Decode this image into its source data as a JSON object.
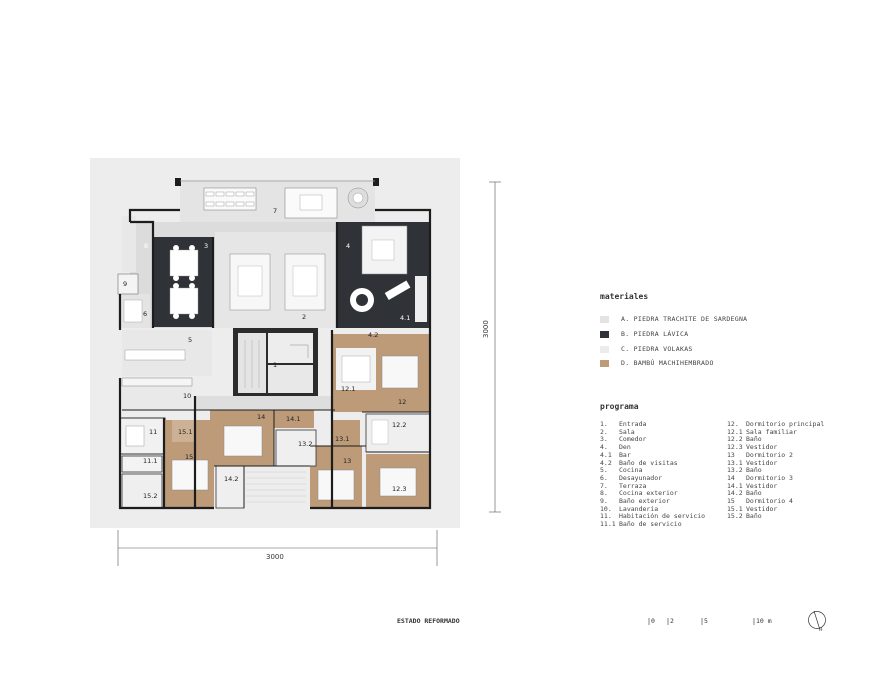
{
  "colors": {
    "piedra_trachite": "#e6e6e6",
    "piedra_lavica": "#2f3338",
    "piedra_volakas": "#ebebeb",
    "bambu": "#bd9a78",
    "wall": "#1d1d1d",
    "background_slab": "#eeeeee"
  },
  "materiales": {
    "title": "materiales",
    "items": [
      {
        "label": "A. PIEDRA TRACHITE DE SARDEGNA",
        "color": "#e3e3e3"
      },
      {
        "label": "B. PIEDRA LÁVICA",
        "color": "#2f3338"
      },
      {
        "label": "C. PIEDRA VOLAKAS",
        "color": "#ececec"
      },
      {
        "label": "D. BAMBÚ MACHIHEMBRADO",
        "color": "#bd9a78"
      }
    ]
  },
  "programa": {
    "title": "programa",
    "col1": [
      {
        "num": "1.",
        "label": "Entrada"
      },
      {
        "num": "2.",
        "label": "Sala"
      },
      {
        "num": "3.",
        "label": "Comedor"
      },
      {
        "num": "4.",
        "label": "Den"
      },
      {
        "num": "4.1",
        "label": "Bar"
      },
      {
        "num": "4.2",
        "label": "Baño de visitas"
      },
      {
        "num": "5.",
        "label": "Cocina"
      },
      {
        "num": "6.",
        "label": "Desayunador"
      },
      {
        "num": "7.",
        "label": "Terraza"
      },
      {
        "num": "8.",
        "label": "Cocina exterior"
      },
      {
        "num": "9.",
        "label": "Baño exterior"
      },
      {
        "num": "10.",
        "label": "Lavandería"
      },
      {
        "num": "11.",
        "label": "Habitación de servicio"
      },
      {
        "num": "11.1",
        "label": "Baño de servicio"
      }
    ],
    "col2": [
      {
        "num": "12.",
        "label": "Dormitorio principal"
      },
      {
        "num": "12.1",
        "label": "Sala familiar"
      },
      {
        "num": "12.2",
        "label": "Baño"
      },
      {
        "num": "12.3",
        "label": "Vestidor"
      },
      {
        "num": "13",
        "label": "Dormitorio 2"
      },
      {
        "num": "13.1",
        "label": "Vestidor"
      },
      {
        "num": "13.2",
        "label": "Baño"
      },
      {
        "num": "14",
        "label": "Dormitorio 3"
      },
      {
        "num": "14.1",
        "label": "Vestidor"
      },
      {
        "num": "14.2",
        "label": "Baño"
      },
      {
        "num": "15",
        "label": "Dormitorio 4"
      },
      {
        "num": "15.1",
        "label": "Vestidor"
      },
      {
        "num": "15.2",
        "label": "Baño"
      }
    ]
  },
  "dimensions": {
    "width": "3000",
    "height": "3000"
  },
  "footer": {
    "title": "ESTADO REFORMADO",
    "scale": [
      "0",
      "2",
      "5",
      "10 m"
    ],
    "north": "n"
  },
  "rooms": [
    {
      "id": "r1",
      "label": "1"
    },
    {
      "id": "r2",
      "label": "2"
    },
    {
      "id": "r3",
      "label": "3"
    },
    {
      "id": "r4",
      "label": "4"
    },
    {
      "id": "r41",
      "label": "4.1"
    },
    {
      "id": "r42",
      "label": "4.2"
    },
    {
      "id": "r5",
      "label": "5"
    },
    {
      "id": "r6",
      "label": "6"
    },
    {
      "id": "r7",
      "label": "7"
    },
    {
      "id": "r8",
      "label": "8"
    },
    {
      "id": "r9",
      "label": "9"
    },
    {
      "id": "r10",
      "label": "10"
    },
    {
      "id": "r11",
      "label": "11"
    },
    {
      "id": "r111",
      "label": "11.1"
    },
    {
      "id": "r12",
      "label": "12"
    },
    {
      "id": "r121",
      "label": "12.1"
    },
    {
      "id": "r122",
      "label": "12.2"
    },
    {
      "id": "r123",
      "label": "12.3"
    },
    {
      "id": "r13",
      "label": "13"
    },
    {
      "id": "r131",
      "label": "13.1"
    },
    {
      "id": "r132",
      "label": "13.2"
    },
    {
      "id": "r14",
      "label": "14"
    },
    {
      "id": "r141",
      "label": "14.1"
    },
    {
      "id": "r142",
      "label": "14.2"
    },
    {
      "id": "r15",
      "label": "15"
    },
    {
      "id": "r151",
      "label": "15.1"
    },
    {
      "id": "r152",
      "label": "15.2"
    }
  ]
}
